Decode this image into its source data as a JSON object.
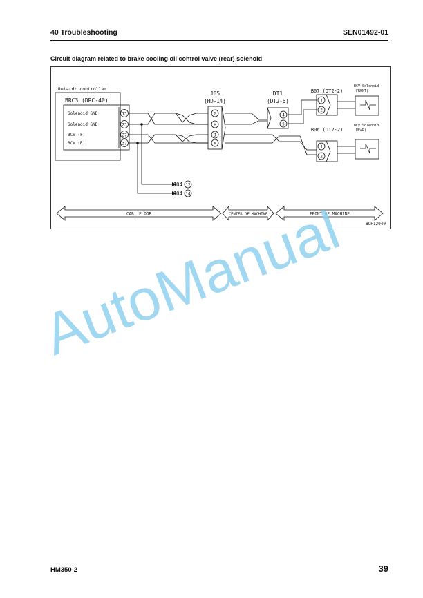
{
  "header": {
    "section": "40 Troubleshooting",
    "doc_code": "SEN01492-01"
  },
  "title": "Circuit diagram related to brake cooling oil control valve (rear) solenoid",
  "diagram": {
    "controller_caption": "Retardr controller",
    "controller_name": "BRC3 (DRC-40)",
    "controller_signals": [
      "Solenoid GND",
      "Solenoid GND",
      "BCV (F)",
      "BCV (R)"
    ],
    "controller_pins": [
      "13",
      "23",
      "27",
      "37"
    ],
    "j05_name": "J05",
    "j05_type": "(HD-14)",
    "j05_pins": [
      "G",
      "H",
      "J",
      "K"
    ],
    "dt1_name": "DT1",
    "dt1_type": "(DT2-6)",
    "dt1_pins": [
      "4",
      "5"
    ],
    "b07_name": "B07 (DT2-2)",
    "b07_pins": [
      "1",
      "2"
    ],
    "b06_name": "B06 (DT2-2)",
    "b06_pins": [
      "1",
      "2"
    ],
    "sol_front_line1": "BCV Solenoid",
    "sol_front_line2": "(FRONT)",
    "sol_rear_line1": "BCV Solenoid",
    "sol_rear_line2": "(REAR)",
    "j04_a_label": "J04",
    "j04_a_pin": "12",
    "j04_b_label": "J04",
    "j04_b_pin": "14",
    "zone_left": "CAB, FLOOR",
    "zone_center": "CENTER OF MACHINE",
    "zone_right": "FRONT OF MACHINE",
    "figure_code": "BOH12040"
  },
  "watermark": "AutoManual",
  "colors": {
    "watermark": "#8fd0ee"
  },
  "footer": {
    "model": "HM350-2",
    "page": "39"
  }
}
